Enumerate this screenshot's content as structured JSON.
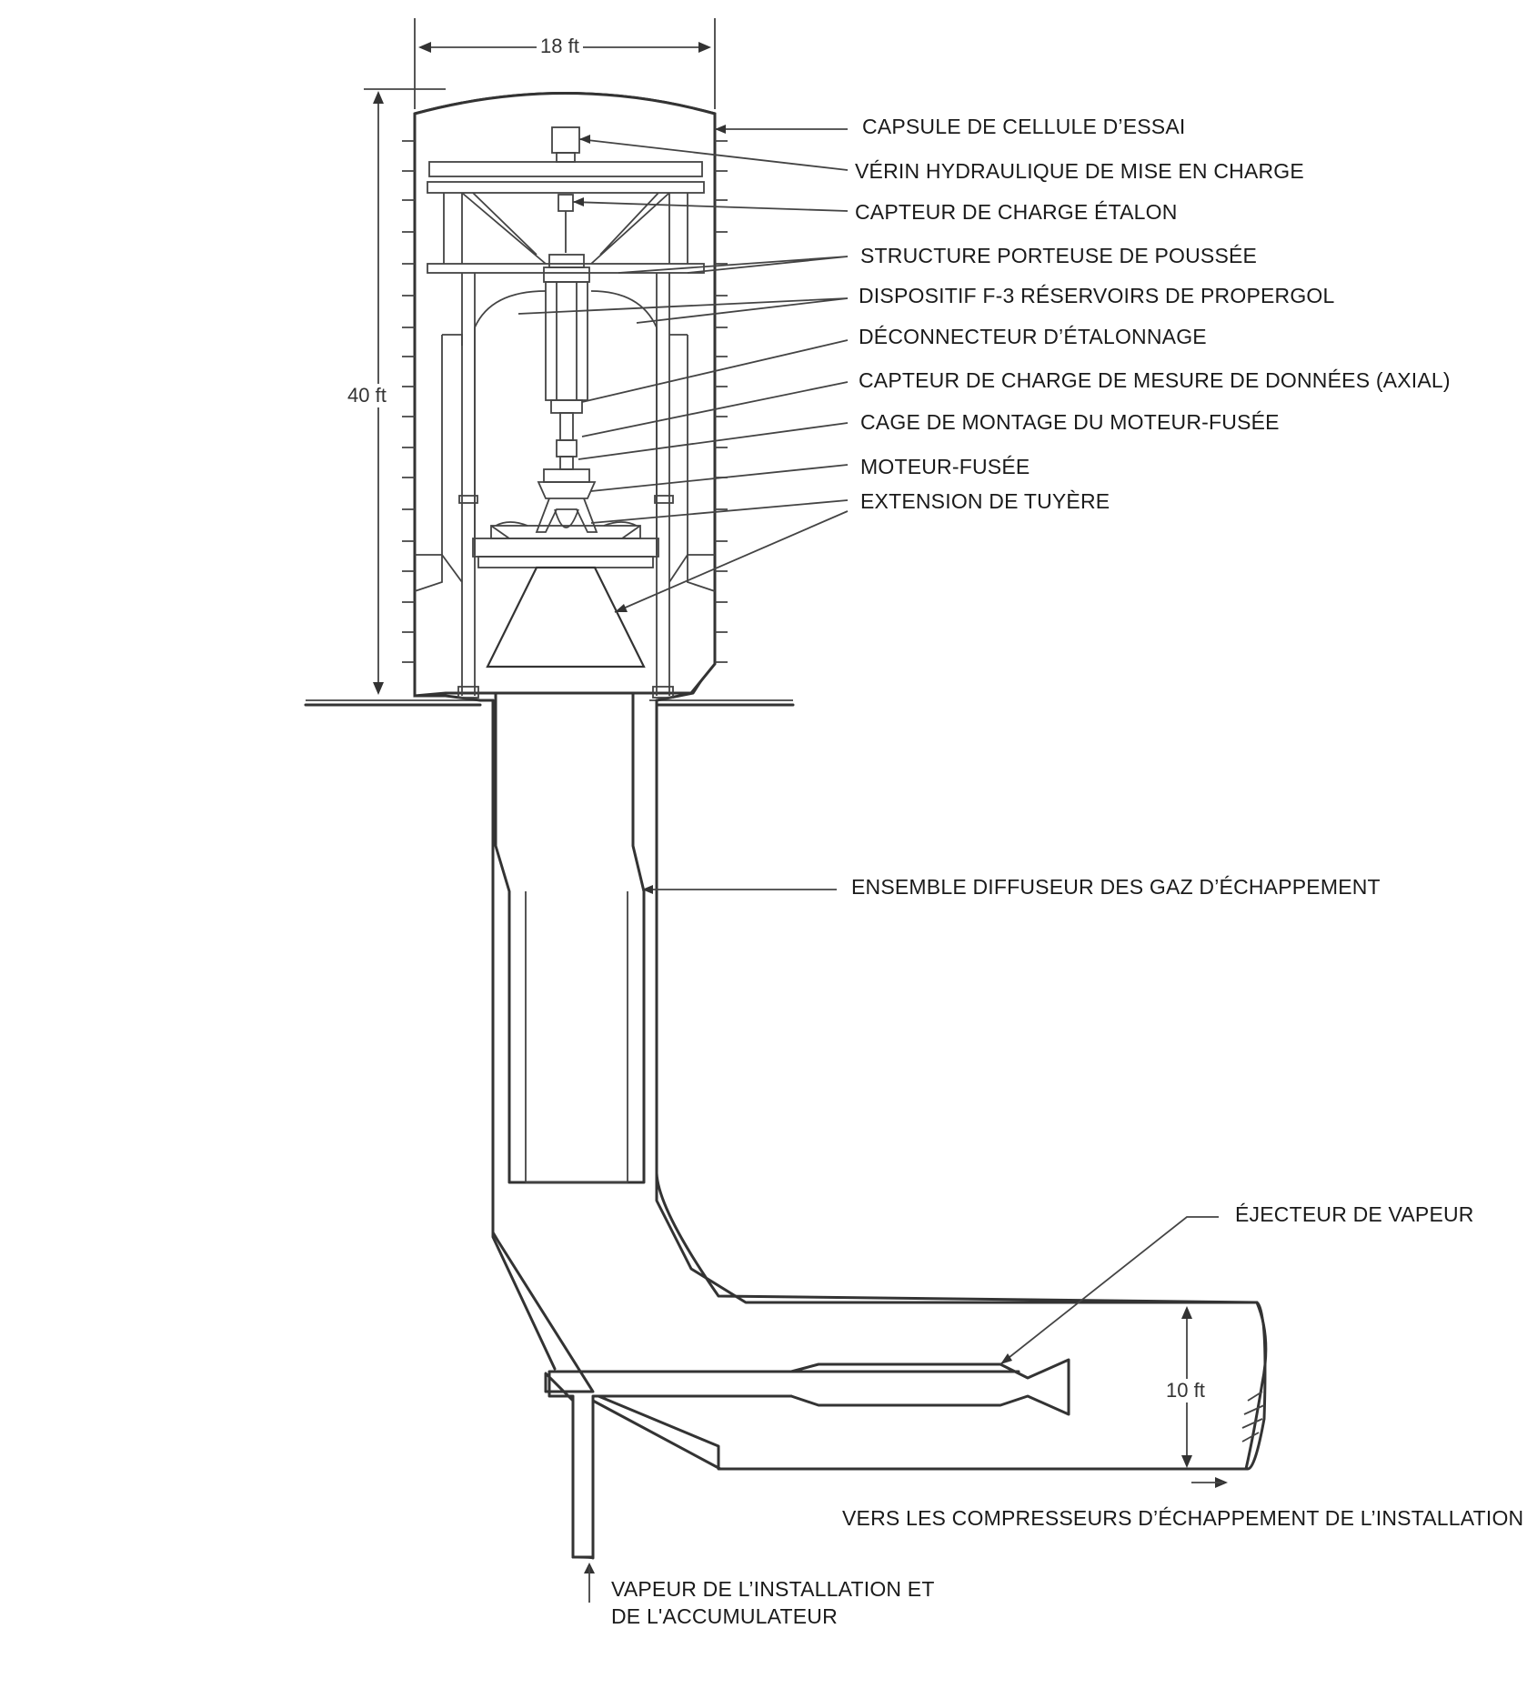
{
  "dimensions": {
    "width": "18 ft",
    "height": "40 ft",
    "duct": "10 ft"
  },
  "labels": {
    "capsule": "CAPSULE DE CELLULE D’ESSAI",
    "jack": "VÉRIN HYDRAULIQUE DE MISE EN CHARGE",
    "std_load_cell": "CAPTEUR DE CHARGE ÉTALON",
    "thrust_frame": "STRUCTURE PORTEUSE DE POUSSÉE",
    "f3_tanks": "DISPOSITIF F-3 RÉSERVOIRS DE PROPERGOL",
    "cal_disconnect": "DÉCONNECTEUR D’ÉTALONNAGE",
    "data_load_cell": "CAPTEUR DE CHARGE DE MESURE DE DONNÉES (AXIAL)",
    "engine_cage": "CAGE DE MONTAGE DU MOTEUR-FUSÉE",
    "engine": "MOTEUR-FUSÉE",
    "nozzle_ext": "EXTENSION DE TUYÈRE",
    "diffuser": "ENSEMBLE DIFFUSEUR DES GAZ D’ÉCHAPPEMENT",
    "ejector": "ÉJECTEUR DE VAPEUR",
    "to_compressors": "VERS LES COMPRESSEURS D’ÉCHAPPEMENT DE L’INSTALLATION",
    "steam_line1": "VAPEUR DE L’INSTALLATION ET",
    "steam_line2": "DE L'ACCUMULATEUR"
  }
}
